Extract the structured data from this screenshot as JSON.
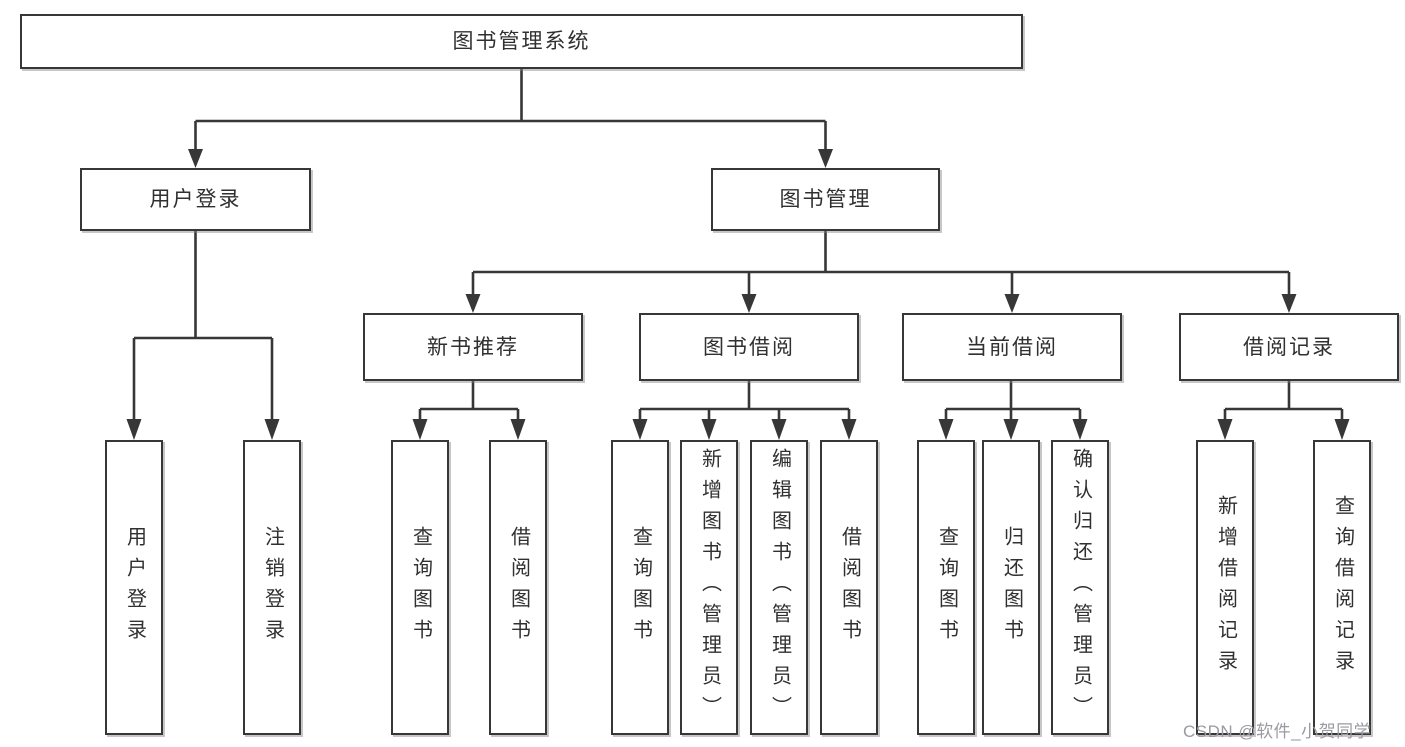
{
  "colors": {
    "line": "#373737",
    "box_border": "#373737",
    "text": "#303030",
    "watermark": "#9a9aa2",
    "background": "#ffffff"
  },
  "diagram": {
    "root": {
      "label": "图书管理系统",
      "children": [
        {
          "label": "用户登录",
          "children": [
            {
              "label": "用户登录"
            },
            {
              "label": "注销登录"
            }
          ]
        },
        {
          "label": "图书管理",
          "children": [
            {
              "label": "新书推荐",
              "children": [
                {
                  "label": "查询图书"
                },
                {
                  "label": "借阅图书"
                }
              ]
            },
            {
              "label": "图书借阅",
              "children": [
                {
                  "label": "查询图书"
                },
                {
                  "label": "新增图书（管理员）"
                },
                {
                  "label": "编辑图书（管理员）"
                },
                {
                  "label": "借阅图书"
                }
              ]
            },
            {
              "label": "当前借阅",
              "children": [
                {
                  "label": "查询图书"
                },
                {
                  "label": "归还图书"
                },
                {
                  "label": "确认归还（管理员）"
                }
              ]
            },
            {
              "label": "借阅记录",
              "children": [
                {
                  "label": "新增借阅记录"
                },
                {
                  "label": "查询借阅记录"
                }
              ]
            }
          ]
        }
      ]
    }
  },
  "watermark": {
    "text": "CSDN @软件_小贺同学"
  }
}
